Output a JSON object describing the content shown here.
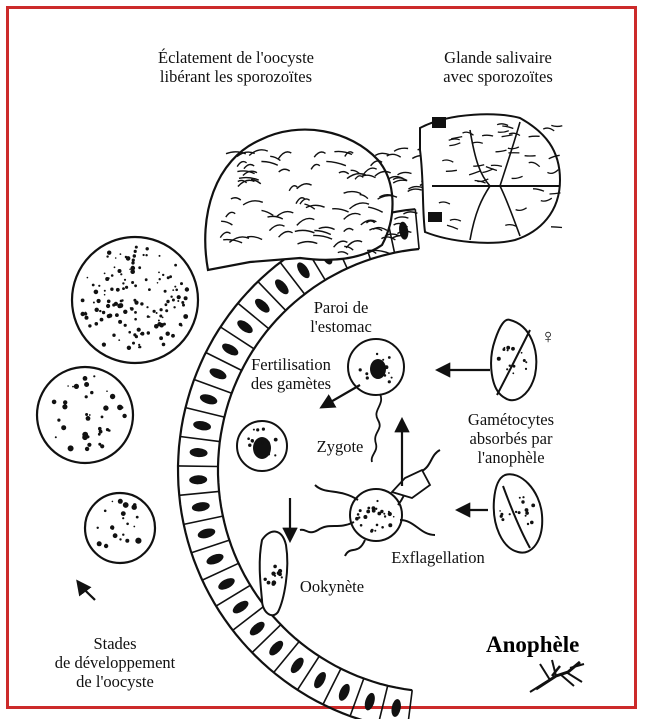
{
  "labels": {
    "eclatement": [
      "Éclatement de l'oocyste",
      "libérant les sporozoïtes"
    ],
    "glande": [
      "Glande salivaire",
      "avec sporozoïtes"
    ],
    "paroi": [
      "Paroi de",
      "l'estomac"
    ],
    "fertilisation": [
      "Fertilisation",
      "des gamètes"
    ],
    "zygote": "Zygote",
    "gametocytes": [
      "Gamétocytes",
      "absorbés par",
      "l'anophèle"
    ],
    "female_symbol": "♀",
    "exflagellation": "Exflagellation",
    "ookynete": "Ookynète",
    "stades": [
      "Stades",
      "de développement",
      "de l'oocyste"
    ],
    "title": "Anophèle"
  },
  "colors": {
    "frame": "#cc2a2a",
    "ink": "#111111"
  }
}
